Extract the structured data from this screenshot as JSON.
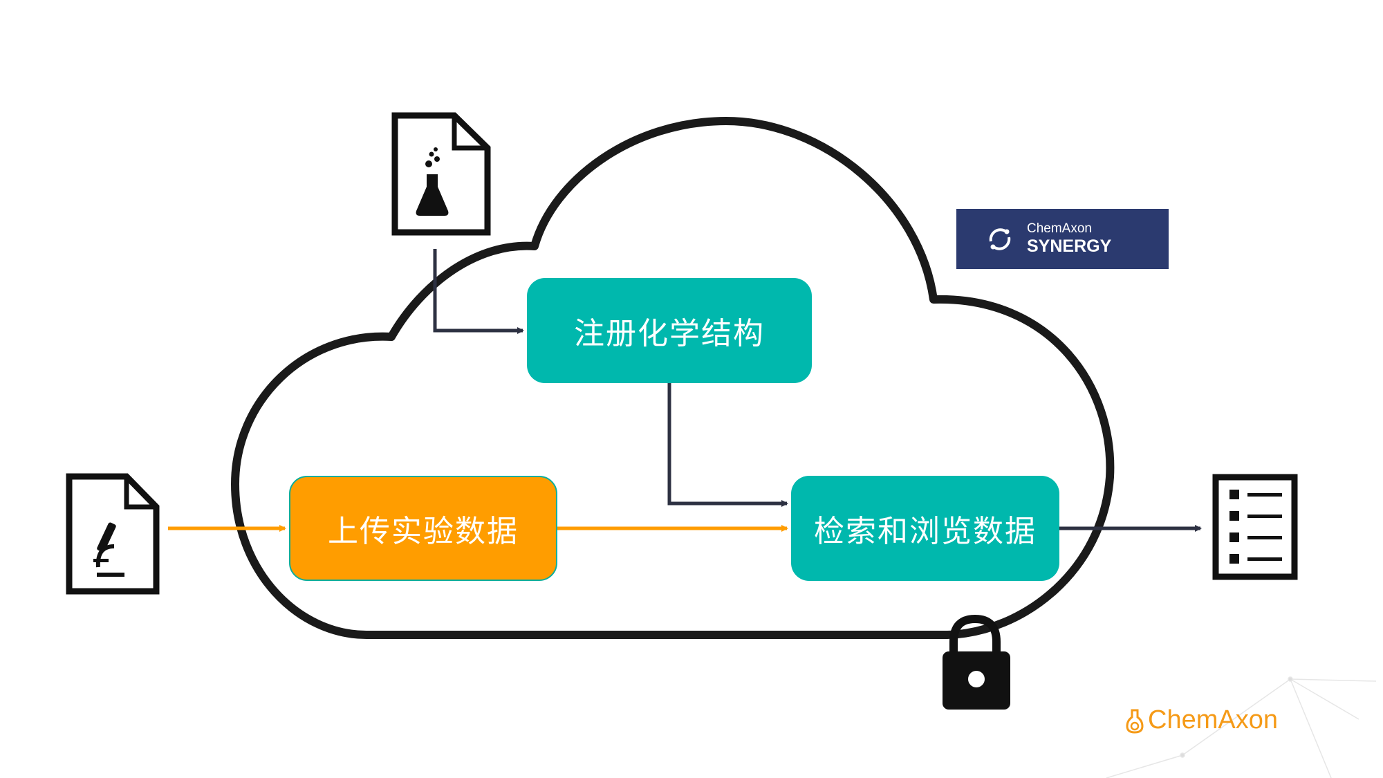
{
  "diagram": {
    "nodes": {
      "register": "注册化学结构",
      "upload": "上传实验数据",
      "search": "检索和浏览数据"
    },
    "icons": {
      "chemistry_document": "flask-document-icon",
      "lab_document": "microscope-document-icon",
      "results_list": "checklist-icon",
      "security": "padlock-icon",
      "cloud": "cloud-outline-icon"
    },
    "colors": {
      "teal": "#00b8ad",
      "orange": "#ff9d00",
      "dark_arrow": "#2d3142",
      "orange_arrow": "#ff9d00",
      "badge_bg": "#2b3a6f",
      "brand_orange": "#f59a17"
    }
  },
  "badge": {
    "company": "ChemAxon",
    "product": "SYNERGY"
  },
  "footer_logo": {
    "text": "ChemAxon"
  }
}
